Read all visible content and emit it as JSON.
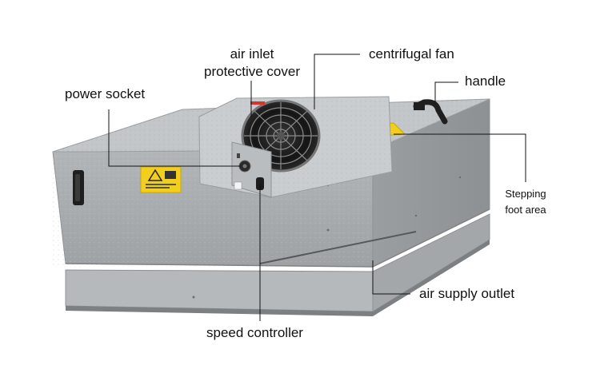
{
  "labels": {
    "air_inlet_cover": [
      "air inlet",
      "protective cover"
    ],
    "centrifugal_fan": "centrifugal fan",
    "handle": "handle",
    "power_socket": "power socket",
    "stepping_foot_area": [
      "Stepping",
      "foot area"
    ],
    "air_supply_outlet": "air supply outlet",
    "speed_controller": "speed controller"
  },
  "colors": {
    "housing_top": "#bcc0c3",
    "housing_front": "#a8acaf",
    "housing_side": "#96999c",
    "warning_label": "#f2cf1c",
    "handle": "#222222",
    "leader_line": "#111111"
  }
}
